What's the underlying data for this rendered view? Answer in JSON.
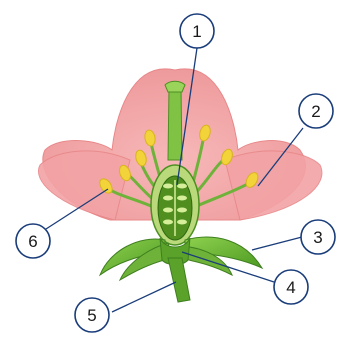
{
  "diagram": {
    "labels": [
      {
        "id": "1",
        "text": "1"
      },
      {
        "id": "2",
        "text": "2"
      },
      {
        "id": "3",
        "text": "3"
      },
      {
        "id": "4",
        "text": "4"
      },
      {
        "id": "5",
        "text": "5"
      },
      {
        "id": "6",
        "text": "6"
      }
    ],
    "colors": {
      "petal": "#f4a6a6",
      "petal_edge": "#e8888a",
      "green": "#6fb23a",
      "dark_green": "#3f7f1f",
      "anther": "#f2d33a",
      "ovary": "#4f8e1f",
      "ovule": "#d6ee9a",
      "outline": "#1a3d7a"
    }
  }
}
